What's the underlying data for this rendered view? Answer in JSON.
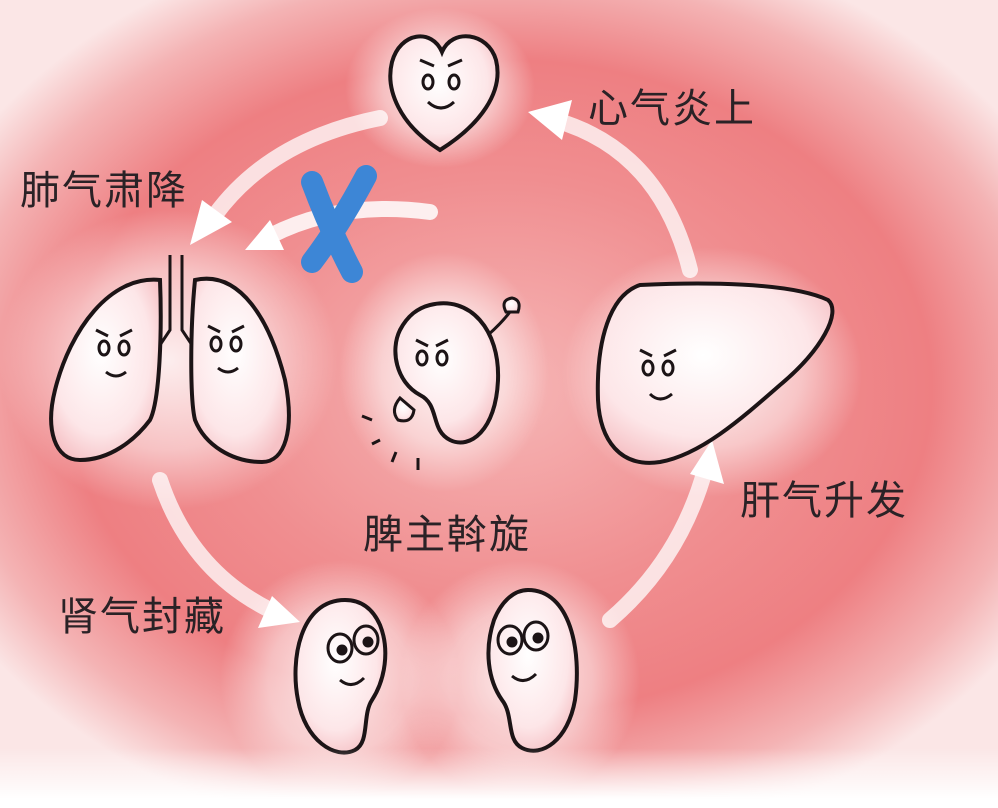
{
  "diagram": {
    "labels": {
      "heart": "心气炎上",
      "lung": "肺气肃降",
      "spleen": "脾主斡旋",
      "liver": "肝气升发",
      "kidney": "肾气封藏"
    },
    "colors": {
      "background": "#ee7f82",
      "glow": "#ffffff",
      "outline": "#1c1416",
      "cross_mark": "#3d86d6",
      "label_text": "#2a2226"
    },
    "organs": [
      "heart",
      "lungs",
      "spleen",
      "liver",
      "kidney-left",
      "kidney-right"
    ],
    "cycle": [
      {
        "from": "liver",
        "to": "heart"
      },
      {
        "from": "heart",
        "to": "lungs"
      },
      {
        "from": "lungs",
        "to": "kidneys"
      },
      {
        "from": "kidneys",
        "to": "liver"
      },
      {
        "from": "spleen",
        "to": "lungs",
        "blocked": true
      }
    ]
  }
}
